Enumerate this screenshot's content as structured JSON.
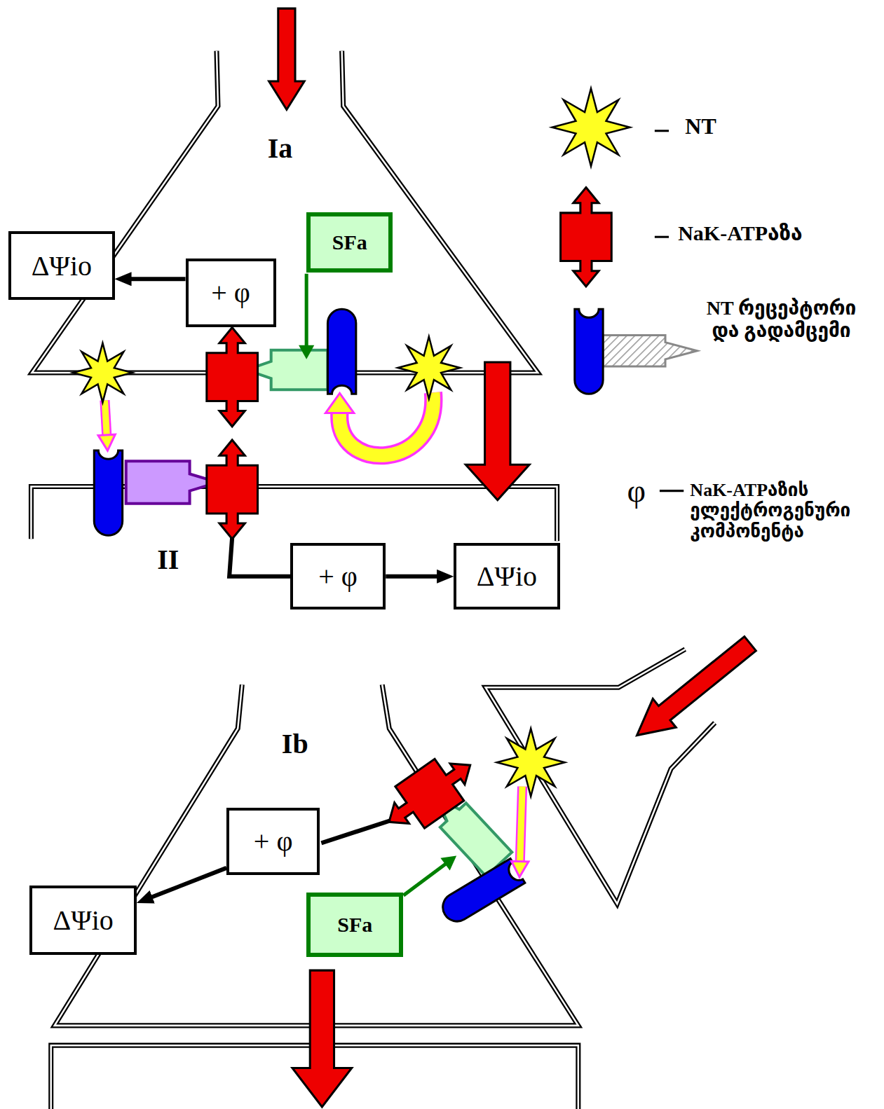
{
  "diagram": {
    "nodes": [
      {
        "text": [
          "SFa"
        ]
      },
      {
        "text": [
          "ΔΨio"
        ]
      },
      {
        "text": [
          "+ φ"
        ]
      },
      {
        "text": [
          "+ φ"
        ]
      },
      {
        "text": [
          "ΔΨio"
        ]
      },
      {
        "text": [
          "+ φ"
        ]
      },
      {
        "text": [
          "ΔΨio"
        ]
      },
      {
        "text": [
          "SFa"
        ]
      }
    ],
    "edges": [
      {
        "from": 2,
        "to": 1,
        "arrow": "to"
      },
      {
        "from": 3,
        "to": 4,
        "arrow": "to"
      },
      {
        "from": 5,
        "to": 6,
        "arrow": "to"
      }
    ],
    "labels": [
      "Ia",
      "φ",
      "II",
      "Ib"
    ],
    "legend": [
      {
        "text": "NT"
      },
      {
        "text": "NaK-ATPაზა"
      },
      {
        "text": "NT რეცეპტორი და გადამცემი"
      },
      {
        "text": "NaK-ATPაზის ელექტროგენური კომპონენტა"
      }
    ]
  }
}
